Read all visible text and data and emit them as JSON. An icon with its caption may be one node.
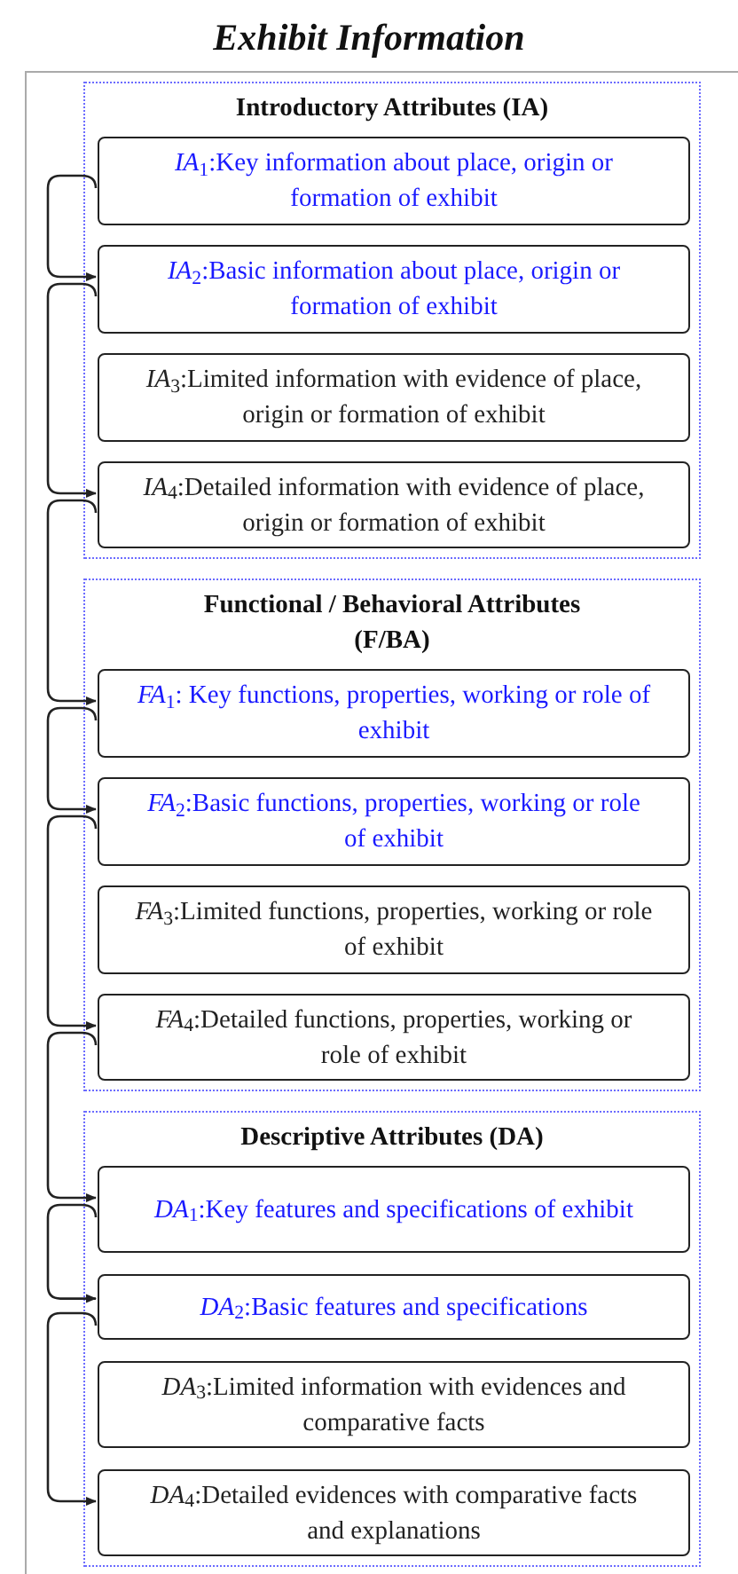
{
  "diagram": {
    "title": "Exhibit Information",
    "nodes": [
      {
        "text": [
          "Introductory Attributes (IA)"
        ]
      },
      {
        "text": [
          "*IA*$_{1}$:Key information about place, origin or formation of exhibit"
        ],
        "in": 0
      },
      {
        "text": [
          "*IA*$_{2}$:Basic information about place, origin or formation of exhibit"
        ],
        "in": 0
      },
      {
        "text": [
          "*IA*$_{3}$:Limited information with evidence of place, origin or formation of exhibit"
        ],
        "in": 0
      },
      {
        "text": [
          "*IA*$_{4}$:Detailed information with evidence of place, origin or formation of exhibit"
        ],
        "in": 0
      },
      {
        "text": [
          "Functional / Behavioral Attributes (F/BA)"
        ]
      },
      {
        "text": [
          "*FA*$_{1}$: Key functions, properties, working or role of exhibit"
        ],
        "in": 5
      },
      {
        "text": [
          "*FA*$_{2}$:Basic functions, properties, working or role of exhibit"
        ],
        "in": 5
      },
      {
        "text": [
          "*FA*$_{3}$:Limited functions, properties, working or role of exhibit"
        ],
        "in": 5
      },
      {
        "text": [
          "*FA*$_{4}$:Detailed functions, properties, working or role of exhibit"
        ],
        "in": 5
      },
      {
        "text": [
          "Descriptive Attributes (DA)"
        ]
      },
      {
        "text": [
          "*DA*$_{1}$:Key features and specifications of exhibit"
        ],
        "in": 10
      },
      {
        "text": [
          "*DA*$_{2}$:Basic features and specifications"
        ],
        "in": 10
      },
      {
        "text": [
          "*DA*$_{3}$:Limited information with evidences and comparative facts"
        ],
        "in": 10
      },
      {
        "text": [
          "*DA*$_{4}$:Detailed evidences with comparative facts and explanations"
        ],
        "in": 10
      }
    ],
    "edges": [
      {
        "from": 1,
        "to": 2,
        "arrow": "to"
      },
      {
        "from": 2,
        "to": 4,
        "arrow": "to"
      },
      {
        "from": 4,
        "to": 6,
        "arrow": "to"
      },
      {
        "from": 6,
        "to": 7,
        "arrow": "to"
      },
      {
        "from": 7,
        "to": 9,
        "arrow": "to"
      },
      {
        "from": 9,
        "to": 11,
        "arrow": "to"
      },
      {
        "from": 11,
        "to": 12,
        "arrow": "to"
      },
      {
        "from": 12,
        "to": 14,
        "arrow": "to"
      }
    ]
  }
}
